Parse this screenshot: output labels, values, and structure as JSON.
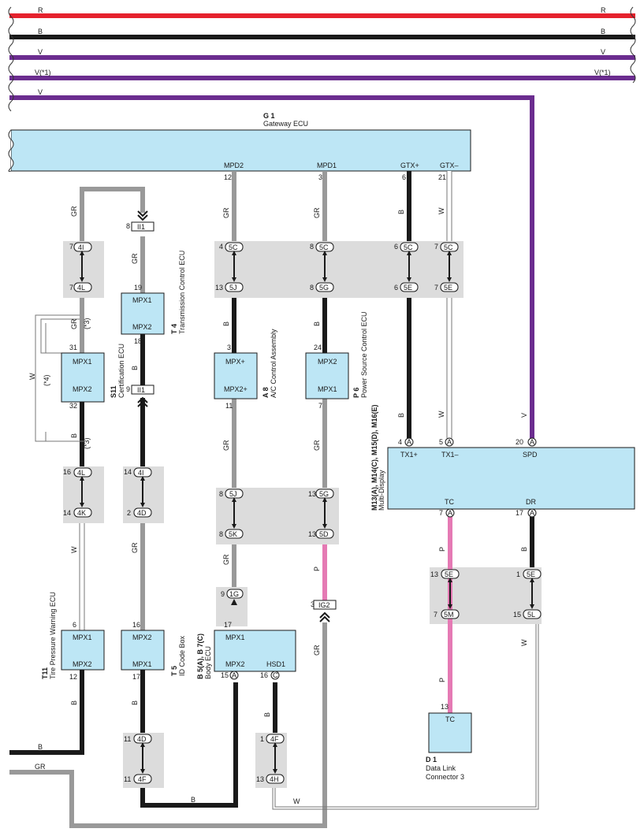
{
  "buses": [
    {
      "left": "R",
      "right": "R",
      "color": "#e5222d"
    },
    {
      "left": "B",
      "right": "B",
      "color": "#1a1a1a"
    },
    {
      "left": "V",
      "right": "V",
      "color": "#6b2d8f"
    },
    {
      "left": "V(*1)",
      "right": "V(*1)",
      "color": "#6b2d8f"
    },
    {
      "left": "V",
      "right": "",
      "color": "#6b2d8f"
    }
  ],
  "wire_colors": {
    "GR": "#999999",
    "B": "#1a1a1a",
    "W": "#ffffff",
    "V": "#6b2d8f",
    "P": "#e57ab4",
    "R": "#e5222d"
  },
  "components": {
    "gateway": {
      "code": "G 1",
      "name": "Gateway ECU",
      "pins": [
        "MPD2",
        "MPD1",
        "GTX+",
        "GTX–"
      ]
    },
    "transmission": {
      "code": "T 4",
      "name": "Transmission Control ECU",
      "t1": "MPX1",
      "t2": "MPX2"
    },
    "certification": {
      "code": "S11",
      "name": "Certification ECU",
      "t1": "MPX1",
      "t2": "MPX2"
    },
    "ac": {
      "code": "A 8",
      "name": "A/C Control Assembly",
      "t1": "MPX+",
      "t2": "MPX2+"
    },
    "power": {
      "code": "P 6",
      "name": "Power Source Control ECU",
      "t1": "MPX2",
      "t2": "MPX1"
    },
    "multidisplay": {
      "code": "M13(A), M14(C), M15(D), M16(E)",
      "name": "Multi-Display",
      "pins": [
        "TX1+",
        "TX1–",
        "SPD",
        "TC",
        "DR"
      ]
    },
    "tire": {
      "code": "T11",
      "name": "Tire Pressure Warning ECU",
      "t1": "MPX1",
      "t2": "MPX2"
    },
    "idcode": {
      "code": "T 5",
      "name": "ID Code Box",
      "t1": "MPX2",
      "t2": "MPX1"
    },
    "body": {
      "code": "B 5(A), B 7(C)",
      "name": "Body ECU",
      "t1": "MPX1",
      "t2": "MPX2",
      "t3": "HSD1"
    },
    "dlc": {
      "code": "D 1",
      "name1": "Data Link",
      "name2": "Connector 3",
      "pin": "TC"
    }
  },
  "labels": {
    "ii1": "II1",
    "ig2": "IG2",
    "note1": "(*1)",
    "note3": "(*3)",
    "note4": "(*4)",
    "gr": "GR",
    "b": "B",
    "w": "W",
    "v": "V",
    "p": "P"
  },
  "pins": {
    "g12": "12",
    "g3": "3",
    "g6": "6",
    "g21": "21",
    "n8": "8",
    "n9": "9",
    "n19": "19",
    "n18": "18",
    "n31": "31",
    "n32": "32",
    "n7": "7",
    "n4": "4",
    "n13": "13",
    "n24": "24",
    "n11": "11",
    "n5": "5",
    "n20": "20",
    "n16": "16",
    "n14": "14",
    "n2": "2",
    "n17": "17",
    "n15": "15",
    "n1": "1",
    "n6": "6",
    "c4I": "4I",
    "c4L": "4L",
    "c4K": "4K",
    "c4D": "4D",
    "c4F": "4F",
    "c4H": "4H",
    "c5C": "5C",
    "c5J": "5J",
    "c5G": "5G",
    "c5E": "5E",
    "c5K": "5K",
    "c5D": "5D",
    "c5M": "5M",
    "c5L": "5L",
    "c1G": "1G",
    "cA": "A",
    "cC": "C"
  }
}
